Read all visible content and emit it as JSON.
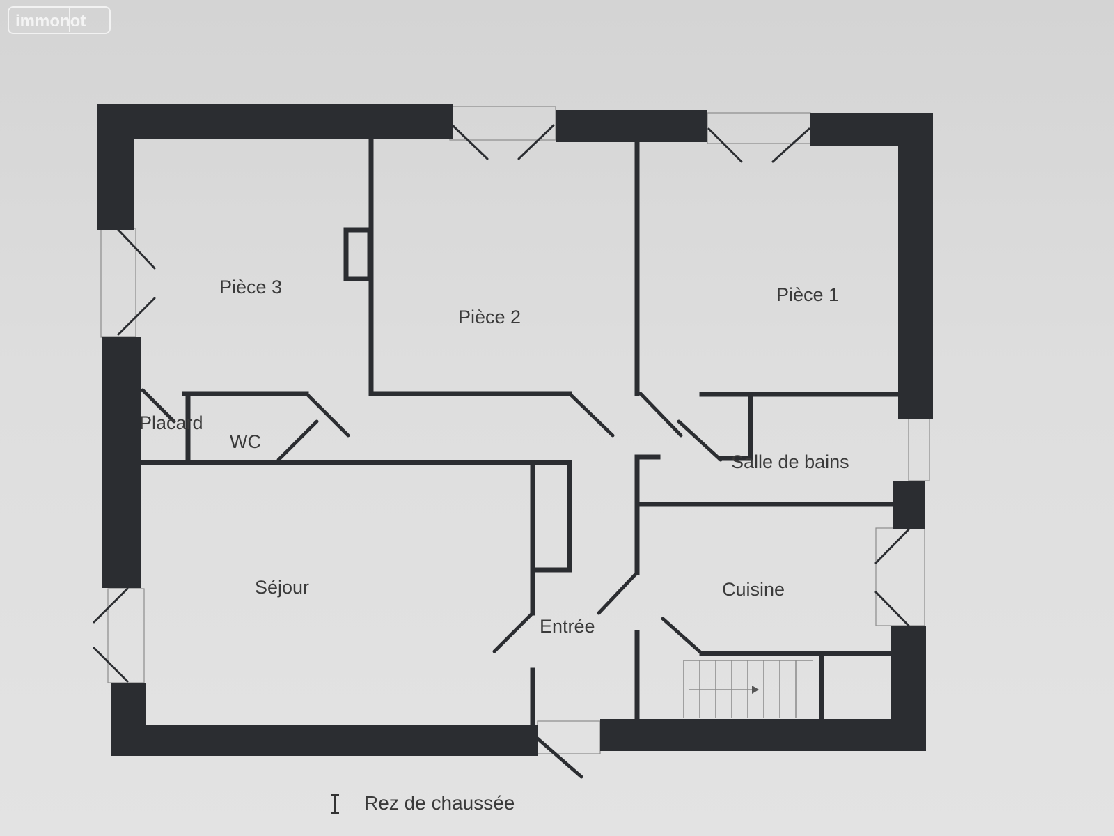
{
  "logo": {
    "text": "immonot"
  },
  "rooms": {
    "piece3": "Pièce 3",
    "piece2": "Pièce 2",
    "piece1": "Pièce 1",
    "placard": "Placard",
    "wc": "WC",
    "salle_de_bains": "Salle de bains",
    "sejour": "Séjour",
    "cuisine": "Cuisine",
    "entree": "Entrée"
  },
  "caption": "Rez de chaussée"
}
